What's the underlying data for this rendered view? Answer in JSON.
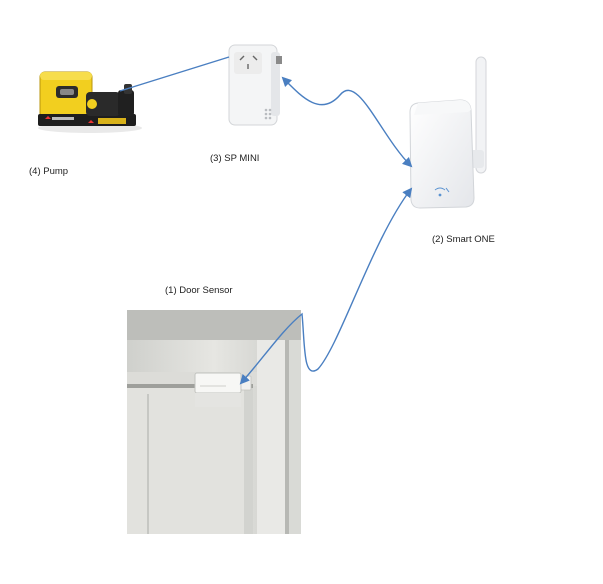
{
  "devices": {
    "pump": {
      "label": "(4) Pump",
      "body_color": "#f2cf1f",
      "icon": "water-pump-icon"
    },
    "sp_mini": {
      "label": "(3) SP MINI",
      "icon": "smart-plug-icon"
    },
    "smart_one": {
      "label": "(2) Smart ONE",
      "icon": "wifi-hub-icon"
    },
    "door_sensor": {
      "label": "(1) Door Sensor",
      "icon": "door-sensor-icon"
    }
  },
  "connector_color": "#4a7fc1"
}
